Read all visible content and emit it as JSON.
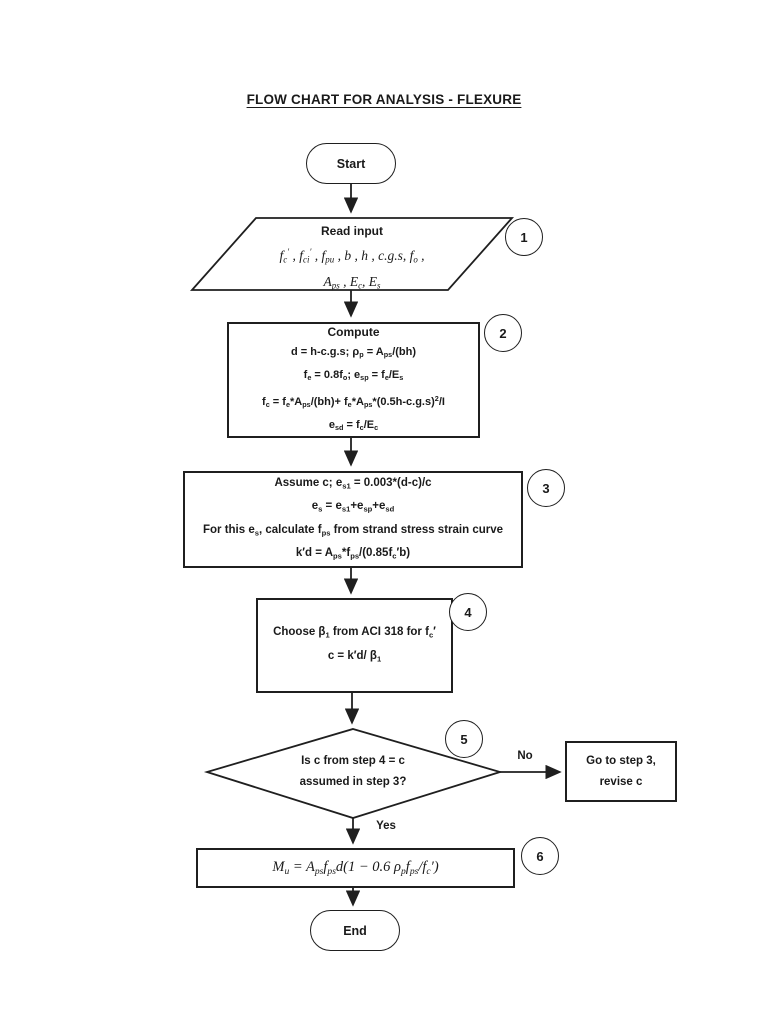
{
  "page": {
    "title": "FLOW CHART FOR ANALYSIS - FLEXURE",
    "ink_color": "#1f1f1f",
    "background_color": "#ffffff"
  },
  "nodes": {
    "start": {
      "label": "Start"
    },
    "read_input": {
      "step": "1",
      "title": "Read input",
      "lines": [
        "f_{c}^{′} , f_{ci}^{′} , f_{pu} , b , h ,  c.g.s,  f_{o} ,",
        "A_{ps} , E_{c}, E_{s}"
      ]
    },
    "compute": {
      "step": "2",
      "title": "Compute",
      "lines": [
        "d = h-c.g.s;  ρ_{p} = A_{ps}/(bh)",
        "f_{e} = 0.8f_{o};  e_{sp} = f_{e}/E_{s}",
        "f_{c} = f_{e}*A_{ps}/(bh)+ f_{e}*A_{ps}*(0.5h-c.g.s)^{2}/I",
        "e_{sd} = f_{c}/E_{c}"
      ]
    },
    "assume": {
      "step": "3",
      "lines": [
        "Assume c;  e_{s1} = 0.003*(d-c)/c",
        "e_{s} = e_{s1}+e_{sp}+e_{sd}",
        "For this e_{s}, calculate f_{ps} from strand stress strain curve",
        "k′d = A_{ps}*f_{ps}/(0.85f_{c}′b)"
      ]
    },
    "choose": {
      "step": "4",
      "lines": [
        "Choose β_{1} from ACI 318 for f_{c}′",
        "c = k′d/ β_{1}"
      ]
    },
    "decision": {
      "step": "5",
      "lines": [
        "Is c from step 4 = c",
        "assumed in step 3?"
      ],
      "yes_label": "Yes",
      "no_label": "No"
    },
    "goto": {
      "lines": [
        "Go to step 3,",
        "revise c"
      ]
    },
    "mu": {
      "step": "6",
      "formula": "M_{u} =  A_{ps}f_{ps}d(1 − 0.6 ρ_{p}f_{ps}/f_{c}′)"
    },
    "end": {
      "label": "End"
    }
  }
}
